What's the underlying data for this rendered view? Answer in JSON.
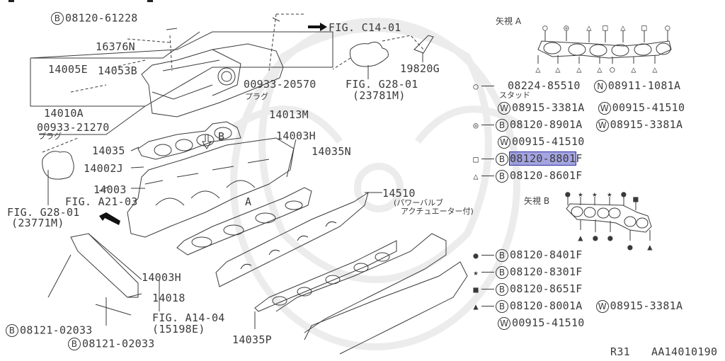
{
  "diagram": {
    "callouts": {
      "bolt_top": {
        "prefix": "B",
        "code": "08120-61228"
      },
      "p16376N": "16376N",
      "p14005E": "14005E",
      "p14053B": "14053B",
      "p14010A": "14010A",
      "plug1": {
        "code": "00933-21270",
        "note": "プラグ"
      },
      "plug2": {
        "code": "00933-20570",
        "note": "プラグ"
      },
      "p14013M": "14013M",
      "fig_c14": "FIG. C14-01",
      "fig_g28_a": {
        "fig": "FIG. G28-01",
        "part": "(23781M)"
      },
      "p19820G": "19820G",
      "p14035": "14035",
      "arrow_b": "B",
      "p14002J": "14002J",
      "p14003": "14003",
      "fig_a21": "FIG. A21-03",
      "fig_g28_b": {
        "fig": "FIG. G28-01",
        "part": "(23771M)"
      },
      "p14003H_top": "14003H",
      "p14035N": "14035N",
      "arrow_a": "A",
      "p14510": "14510",
      "p14510_note1": "(パワーバルブ",
      "p14510_note2": "アクチュエーター付)",
      "p14003H_bottom": "14003H",
      "p14018": "14018",
      "fig_a14": {
        "fig": "FIG. A14-04",
        "part": "(15198E)"
      },
      "bolt_left": {
        "prefix": "B",
        "code": "08121-02033"
      },
      "bolt_bottom": {
        "prefix": "B",
        "code": "08121-02033"
      },
      "p14035P": "14035P"
    },
    "view_a": {
      "title": "矢視 A",
      "top_symbols": [
        "○",
        "◎",
        "△",
        "□",
        "△",
        "□",
        "○"
      ],
      "bottom_symbols": [
        "△",
        "△",
        "△",
        "△",
        "○",
        "△",
        "△"
      ]
    },
    "view_b": {
      "title": "矢視 B",
      "top_symbols": [
        "●",
        "★",
        "★",
        "★",
        "●",
        "■"
      ],
      "bottom_symbols": [
        "▲",
        "●",
        "●",
        "●",
        "▲"
      ]
    },
    "legend": [
      {
        "symbol": "○",
        "items": [
          {
            "prefix": "",
            "code": "08224-85510"
          },
          {
            "prefix": "N",
            "code": "08911-1081A"
          }
        ],
        "note": "スタッド"
      },
      {
        "symbol": "",
        "items": [
          {
            "prefix": "W",
            "code": "08915-3381A"
          },
          {
            "prefix": "W",
            "code": "00915-41510"
          }
        ]
      },
      {
        "symbol": "◎",
        "items": [
          {
            "prefix": "B",
            "code": "08120-8901A"
          },
          {
            "prefix": "W",
            "code": "08915-3381A"
          }
        ]
      },
      {
        "symbol": "",
        "items": [
          {
            "prefix": "W",
            "code": "00915-41510"
          }
        ]
      },
      {
        "symbol": "□",
        "items": [
          {
            "prefix": "B",
            "code_selected": "08120-8801",
            "code_rest": "F"
          }
        ],
        "selected": true
      },
      {
        "symbol": "△",
        "items": [
          {
            "prefix": "B",
            "code": "08120-8601F"
          }
        ]
      },
      {
        "symbol": "●",
        "items": [
          {
            "prefix": "B",
            "code": "08120-8401F"
          }
        ]
      },
      {
        "symbol": "★",
        "items": [
          {
            "prefix": "B",
            "code": "08120-8301F"
          }
        ]
      },
      {
        "symbol": "■",
        "items": [
          {
            "prefix": "B",
            "code": "08120-8651F"
          }
        ]
      },
      {
        "symbol": "▲",
        "items": [
          {
            "prefix": "B",
            "code": "08120-8001A"
          },
          {
            "prefix": "W",
            "code": "08915-3381A"
          }
        ]
      },
      {
        "symbol": "",
        "items": [
          {
            "prefix": "W",
            "code": "00915-41510"
          }
        ]
      }
    ],
    "footer": {
      "model": "R31",
      "figure_id": "AA14010190"
    },
    "colors": {
      "line": "#3a3a3a",
      "highlight": "#8e8ed8",
      "watermark": "#ececec"
    }
  }
}
